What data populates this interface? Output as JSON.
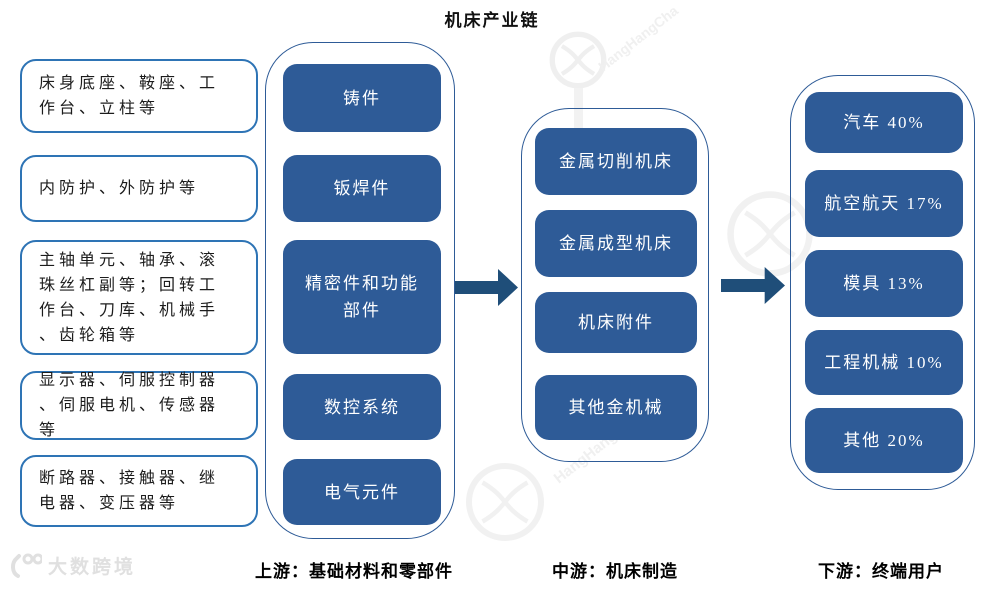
{
  "title": "机床产业链",
  "colors": {
    "box_fill": "#2E5B97",
    "box_border": "#2E74B5",
    "container_border": "#2E5B97",
    "arrow": "#1F4E79",
    "title_text": "#111111",
    "label_text": "#000000",
    "box_text": "#1C1C1C",
    "box_text_light": "#FFFFFF",
    "watermark": "#EFEFEF"
  },
  "upstream": {
    "label": "上游：基础材料和零部件",
    "inputs": [
      "床身底座、鞍座、工\n作台、立柱等",
      "内防护、外防护等",
      "主轴单元、轴承、滚\n珠丝杠副等；回转工\n作台、刀库、机械手\n、齿轮箱等",
      "显示器、伺服控制器\n、伺服电机、传感器\n等",
      "断路器、接触器、继\n电器、变压器等"
    ],
    "components": [
      "铸件",
      "钣焊件",
      "精密件和功能\n部件",
      "数控系统",
      "电气元件"
    ]
  },
  "midstream": {
    "label": "中游：机床制造",
    "products": [
      "金属切削机床",
      "金属成型机床",
      "机床附件",
      "其他金机械"
    ]
  },
  "downstream": {
    "label": "下游：终端用户",
    "users": [
      "汽车 40%",
      "航空航天 17%",
      "模具 13%",
      "工程机械 10%",
      "其他 20%"
    ]
  },
  "watermark": {
    "logo_text": "大数跨境",
    "latin_text": "HangHangCha"
  }
}
